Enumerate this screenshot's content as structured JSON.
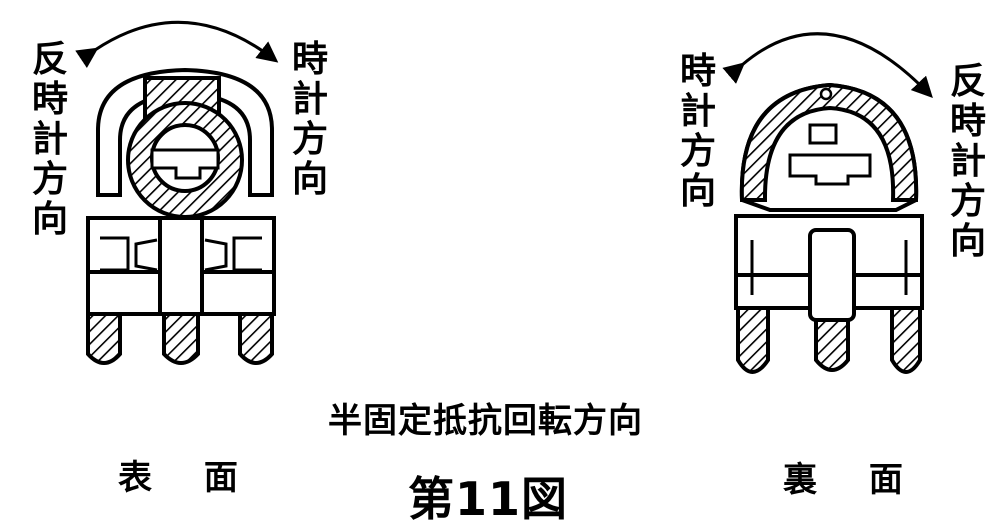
{
  "figure": {
    "title": "半固定抵抗回転方向",
    "caption": "第11図"
  },
  "front": {
    "label": "表 面",
    "ccw_label": "反時計方向",
    "cw_label": "時計方向"
  },
  "back": {
    "label": "裏 面",
    "cw_label": "時計方向",
    "ccw_label": "反時計方向"
  },
  "style": {
    "line_color": "#000000",
    "background": "#ffffff"
  }
}
